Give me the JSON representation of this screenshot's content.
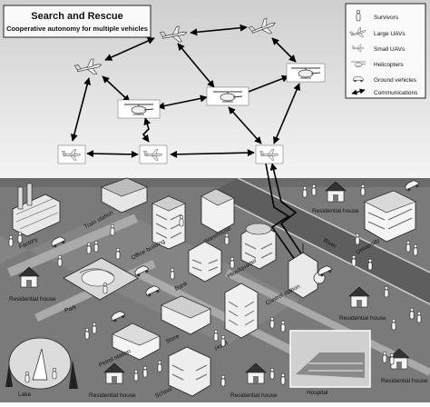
{
  "title_box": {
    "title": "Search and Rescue",
    "subtitle": "Cooperative autonomy for multiple vehicles"
  },
  "legend": [
    {
      "icon": "survivor-icon",
      "label": "Survivors"
    },
    {
      "icon": "large-uav-icon",
      "label": "Large UAVs"
    },
    {
      "icon": "small-uav-icon",
      "label": "Small UAVs"
    },
    {
      "icon": "helicopter-icon",
      "label": "Helicopters"
    },
    {
      "icon": "ground-vehicle-icon",
      "label": "Ground vehicles"
    },
    {
      "icon": "communications-icon",
      "label": "Communications"
    }
  ],
  "places": {
    "factory": "Factory",
    "train_station": "Train station",
    "office_building": "Office building",
    "warehouse": "Warehouse",
    "headquarter": "Headquarter",
    "residential_house_tr": "Residential house",
    "university": "University",
    "river": "River",
    "residential_house_l": "Residential house",
    "park": "Park",
    "bank": "Bank",
    "control_station": "Control station",
    "residential_house_r": "Residential house",
    "store": "Store",
    "hotel": "Hotel",
    "petrol_station": "Petrol station",
    "lake": "Lake",
    "residential_house_bl": "Residential house",
    "school": "School",
    "residential_house_bm": "Residential house",
    "hospital": "Hospital",
    "residential_house_br": "Residential house"
  },
  "colors": {
    "sky_top": "#cfcfcf",
    "sky_bottom": "#f4f4f4",
    "ground": "#7a7a7a",
    "road": "#9c9c9c",
    "building": "#e6e6e6",
    "text": "#111111"
  }
}
